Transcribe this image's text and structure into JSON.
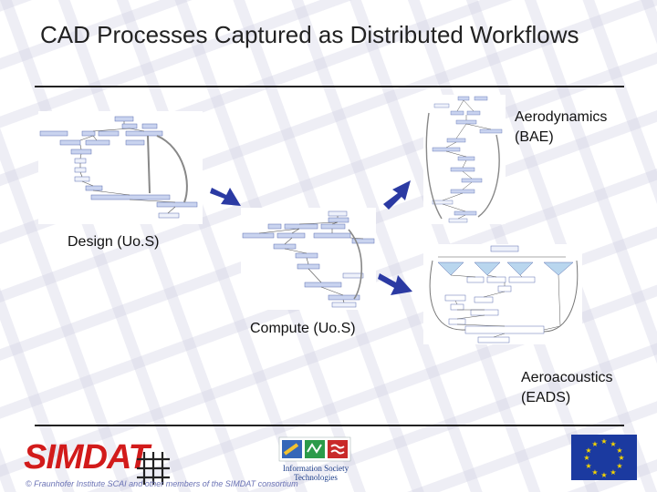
{
  "slide": {
    "title": "CAD Processes Captured as Distributed Workflows",
    "labels": {
      "design": "Design (Uo.S)",
      "compute": "Compute (Uo.S)",
      "aerodynamics": "Aerodynamics\n(BAE)",
      "aeroacoustics": "Aeroacoustics\n(EADS)"
    }
  },
  "footer": {
    "logo_simdat": "SIMDAT",
    "logo_ist": "Information Society Technologies",
    "copyright": "© Fraunhofer Institute SCAI and other members of the SIMDAT consortium"
  },
  "colors": {
    "lattice": "#ececf4",
    "arrow": "#2b3aa3",
    "node_fill": "#b9c6ea",
    "node_stroke": "#5a6fb0",
    "eu_blue": "#1b3aa0",
    "eu_star": "#f4d400",
    "simdat_red": "#d21b1b"
  }
}
